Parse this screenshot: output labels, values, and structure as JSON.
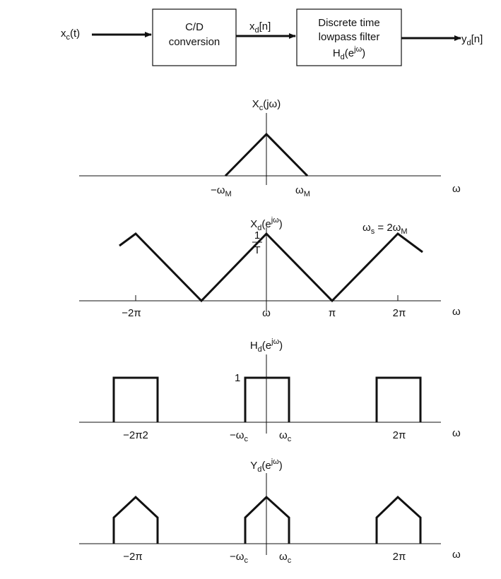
{
  "block_diagram": {
    "input": {
      "main": "x",
      "sub": "c",
      "rest": "(t)"
    },
    "box1_line1": "C/D",
    "box1_line2": "conversion",
    "mid_signal": {
      "main": "x",
      "sub": "d",
      "rest": "[n]"
    },
    "box2_line1": "Discrete time",
    "box2_line2": "lowpass filter",
    "box2_line3": {
      "main": "H",
      "sub": "d",
      "mid": "(e",
      "sup": "jω",
      "end": ")"
    },
    "output": {
      "main": "y",
      "sub": "d",
      "rest": "[n]"
    }
  },
  "plots": {
    "xc": {
      "title": {
        "main": "X",
        "sub": "c",
        "rest": "(jω)"
      },
      "tick_neg": {
        "main": "−ω",
        "sub": "M"
      },
      "tick_pos": {
        "main": "ω",
        "sub": "M"
      },
      "axis_label": "ω"
    },
    "xd": {
      "title": {
        "main": "X",
        "sub": "d",
        "mid": "(e",
        "sup": "jω",
        "end": ")"
      },
      "height_num": "1",
      "height_den": "T",
      "ws_note": {
        "main": "ω",
        "sub": "s",
        "mid": " = 2ω",
        "sub2": "M"
      },
      "ticks": [
        "−2π",
        "ω",
        "π",
        "2π"
      ],
      "axis_label": "ω"
    },
    "hd": {
      "title": {
        "main": "H",
        "sub": "d",
        "mid": "(e",
        "sup": "jω",
        "end": ")"
      },
      "height_label": "1",
      "ticks": [
        "−2π2",
        "2π"
      ],
      "tick_neg_c": {
        "main": "−ω",
        "sub": "c"
      },
      "tick_pos_c": {
        "main": "ω",
        "sub": "c"
      },
      "axis_label": "ω"
    },
    "yd": {
      "title": {
        "main": "Y",
        "sub": "d",
        "mid": "(e",
        "sup": "jω",
        "end": ")"
      },
      "ticks": [
        "−2π",
        "2π"
      ],
      "tick_neg_c": {
        "main": "−ω",
        "sub": "c"
      },
      "tick_pos_c": {
        "main": "ω",
        "sub": "c"
      },
      "axis_label": "ω"
    }
  }
}
